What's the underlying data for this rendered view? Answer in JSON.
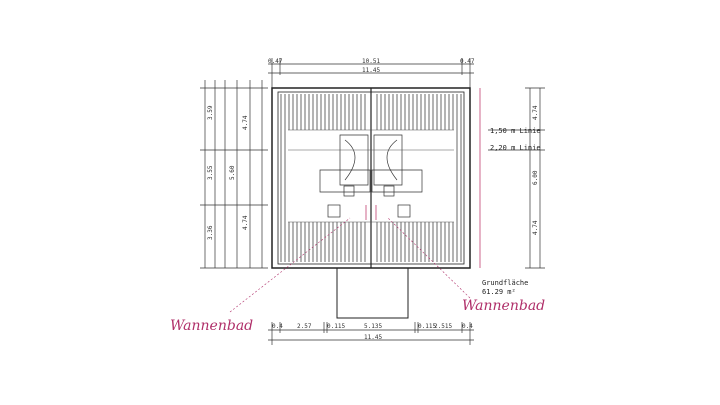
{
  "top_dimensions": {
    "left": "0.47",
    "inner": "10.51",
    "right": "0.47",
    "total": "11.45"
  },
  "bottom_dimensions": {
    "segments": [
      "0.4",
      "2.57",
      "0.115",
      "5.135",
      "0.115",
      "2.515",
      "0.4"
    ],
    "total": "11.45"
  },
  "left_dimensions": [
    "3.59",
    "3.55",
    "3.36",
    "5.60",
    "4.74",
    "4.74"
  ],
  "right_dimensions": [
    "4.74",
    "6.00",
    "4.74"
  ],
  "lines": {
    "line_150": "1,50 m Linie",
    "line_220": "2,20 m Linie"
  },
  "area": {
    "label": "Grundfläche",
    "value": "61.29 m²"
  },
  "annotations": {
    "left": "Wannenbad",
    "right": "Wannenbad",
    "color": "#b0306a"
  }
}
